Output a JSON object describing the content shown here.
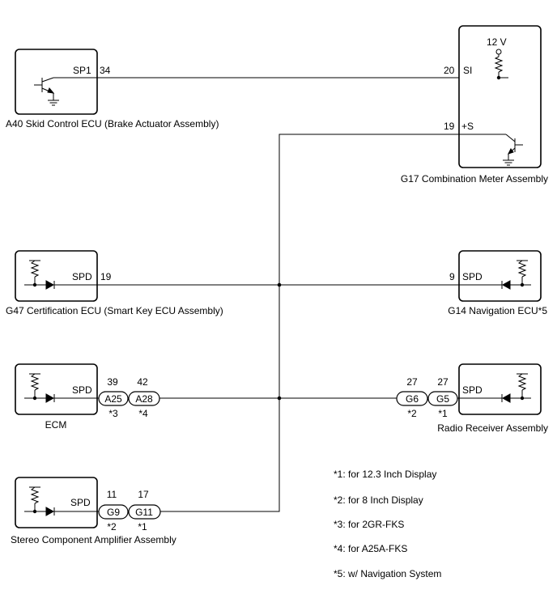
{
  "modules": {
    "a40": {
      "pin_name": "SP1",
      "pin_no": "34",
      "caption": "A40  Skid Control ECU (Brake Actuator Assembly)"
    },
    "g17": {
      "voltage": "12 V",
      "pin_si_no": "20",
      "pin_si_name": "SI",
      "pin_s_no": "19",
      "pin_s_name": "+S",
      "caption": "G17 Combination Meter Assembly"
    },
    "g47": {
      "pin_name": "SPD",
      "pin_no": "19",
      "caption": "G47 Certification ECU (Smart Key ECU Assembly)"
    },
    "g14": {
      "pin_name": "SPD",
      "pin_no": "9",
      "caption": "G14  Navigation ECU*5"
    },
    "ecm": {
      "pin_name": "SPD",
      "caption": "ECM",
      "connectors": [
        {
          "pin": "39",
          "label": "A25",
          "note": "*3"
        },
        {
          "pin": "42",
          "label": "A28",
          "note": "*4"
        }
      ]
    },
    "radio": {
      "pin_name": "SPD",
      "caption": "Radio Receiver Assembly",
      "connectors": [
        {
          "pin": "27",
          "label": "G6",
          "note": "*2"
        },
        {
          "pin": "27",
          "label": "G5",
          "note": "*1"
        }
      ]
    },
    "amp": {
      "pin_name": "SPD",
      "caption": "Stereo Component Amplifier Assembly",
      "connectors": [
        {
          "pin": "11",
          "label": "G9",
          "note": "*2"
        },
        {
          "pin": "17",
          "label": "G11",
          "note": "*1"
        }
      ]
    }
  },
  "notes": [
    "*1: for 12.3 Inch Display",
    "*2: for 8 Inch Display",
    "*3: for 2GR-FKS",
    "*4: for A25A-FKS",
    "*5: w/ Navigation System"
  ]
}
